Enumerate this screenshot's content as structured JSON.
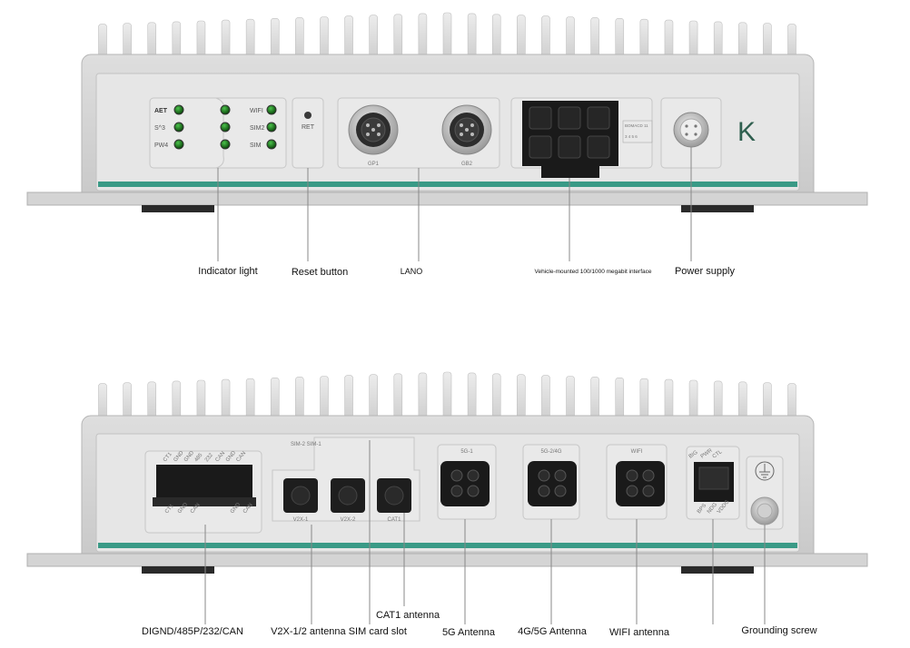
{
  "top_view": {
    "indicator_labels_left": [
      "AET",
      "S^3",
      "PW4"
    ],
    "indicator_labels_right": [
      "WIFI",
      "SIM2",
      "SIM"
    ],
    "reset_label": "RET",
    "lan_port_labels": [
      "GP1",
      "GB2"
    ],
    "vehicle_table_rows": [
      "BOMACD 11",
      "3 4 5 6"
    ],
    "brand_letter": "K",
    "callouts": {
      "indicator_light": "Indicator light",
      "reset_button": "Reset button",
      "lan0": "LANO",
      "vehicle_interface": "Vehicle-mounted 100/1000 megabit interface",
      "power_supply": "Power supply"
    }
  },
  "bottom_view": {
    "connector_top_labels": [
      "CT1",
      "GND",
      "GND",
      "485",
      "232",
      "CAN",
      "GND",
      "CAN"
    ],
    "connector_bottom_labels": [
      "CT1",
      "GND",
      "CAN",
      "GND",
      "CAN"
    ],
    "sim_label": "SIM-2 SIM-1",
    "small_port_labels": [
      "V2X-1",
      "V2X-2",
      "CAT1"
    ],
    "antenna_labels": [
      "5G-1",
      "5G-2/4G",
      "WIFI"
    ],
    "rj45_top_labels": [
      "BIG",
      "PWR",
      "CTL"
    ],
    "rj45_bottom_labels": [
      "BPS",
      "NDG",
      "VDDG"
    ],
    "callouts": {
      "dignd": "DIGND/485P/232/CAN",
      "v2x_sim": "V2X-1/2 antenna SIM card slot",
      "cat1": "CAT1 antenna",
      "ant5g": "5G Antenna",
      "ant4g5g": "4G/5G Antenna",
      "wifi": "WIFI antenna",
      "ground": "Grounding screw"
    }
  },
  "colors": {
    "housing": "#d9d9d9",
    "panel": "#e6e6e6",
    "teal_strip": "#3a9a86",
    "led_green": "#1e7a1e",
    "connector_black": "#1a1a1a",
    "leader_line": "#888888"
  }
}
